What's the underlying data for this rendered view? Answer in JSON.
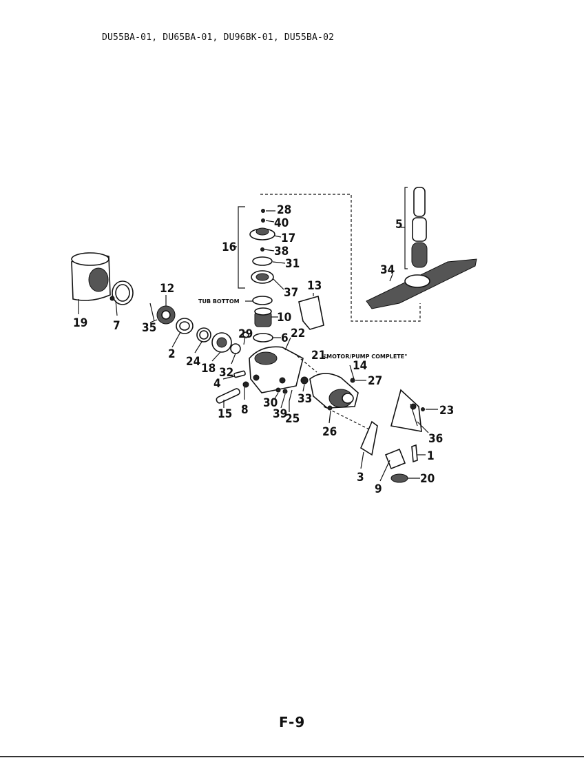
{
  "header": {
    "models": "DU55BA-01, DU65BA-01, DU96BK-01, DU55BA-02"
  },
  "footer": {
    "page_number": "F-9"
  },
  "annotations": {
    "tub_bottom": "TUB BOTTOM",
    "motor_pump": "\"MOTOR/PUMP COMPLETE\""
  },
  "callouts": {
    "c1": "1",
    "c2": "2",
    "c3": "3",
    "c4": "4",
    "c5": "5",
    "c6": "6",
    "c7": "7",
    "c8": "8",
    "c9": "9",
    "c10": "10",
    "c12": "12",
    "c13": "13",
    "c14": "14",
    "c15": "15",
    "c16": "16",
    "c17": "17",
    "c18": "18",
    "c19": "19",
    "c20": "20",
    "c21": "21",
    "c22": "22",
    "c23": "23",
    "c24": "24",
    "c25": "25",
    "c26": "26",
    "c27": "27",
    "c28": "28",
    "c29": "29",
    "c30": "30",
    "c31": "31",
    "c32": "32",
    "c33": "33",
    "c34": "34",
    "c35": "35",
    "c36": "36",
    "c37": "37",
    "c38": "38",
    "c39": "39",
    "c40": "40"
  }
}
